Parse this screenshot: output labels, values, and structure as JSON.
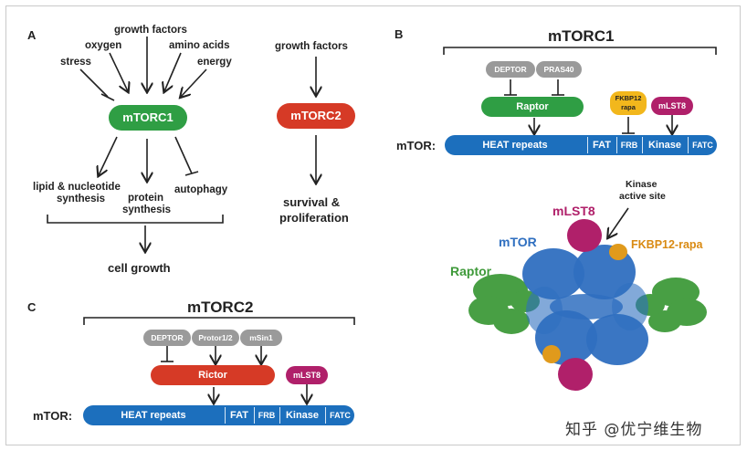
{
  "panel_a": {
    "label": "A",
    "inputs": {
      "stress": "stress",
      "oxygen": "oxygen",
      "growth_factors": "growth factors",
      "amino_acids": "amino acids",
      "energy": "energy"
    },
    "complex": "mTORC1",
    "outputs": {
      "lipid": "lipid & nucleotide",
      "lipid2": "synthesis",
      "protein": "protein",
      "protein2": "synthesis",
      "autophagy": "autophagy"
    },
    "result": "cell growth",
    "mtorc2_input": "growth factors",
    "complex2": "mTORC2",
    "result2_line1": "survival &",
    "result2_line2": "proliferation"
  },
  "panel_b": {
    "label": "B",
    "title": "mTORC1",
    "deptor": "DEPTOR",
    "pras40": "PRAS40",
    "raptor": "Raptor",
    "fkbp_line1": "FKBP12",
    "fkbp_line2": "rapa",
    "mlst8": "mLST8",
    "mtor_label": "mTOR:",
    "domains": {
      "heat": "HEAT repeats",
      "fat": "FAT",
      "frb": "FRB",
      "kinase": "Kinase",
      "fatc": "FATC"
    },
    "structure": {
      "kinase_line1": "Kinase",
      "kinase_line2": "active site",
      "mlst8": "mLST8",
      "mtor": "mTOR",
      "fkbp": "FKBP12-rapa",
      "raptor": "Raptor"
    }
  },
  "panel_c": {
    "label": "C",
    "title": "mTORC2",
    "deptor": "DEPTOR",
    "protor": "Protor1/2",
    "msin1": "mSin1",
    "rictor": "Rictor",
    "mlst8": "mLST8",
    "mtor_label": "mTOR:",
    "domains": {
      "heat": "HEAT repeats",
      "fat": "FAT",
      "frb": "FRB",
      "kinase": "Kinase",
      "fatc": "FATC"
    }
  },
  "watermark": "知乎 @优宁维生物",
  "colors": {
    "green": "#2f9e44",
    "red": "#d63a26",
    "blue": "#1c6fbd",
    "grey": "#9a9a9a",
    "yellow": "#f2b71c",
    "magenta": "#b0206a"
  }
}
